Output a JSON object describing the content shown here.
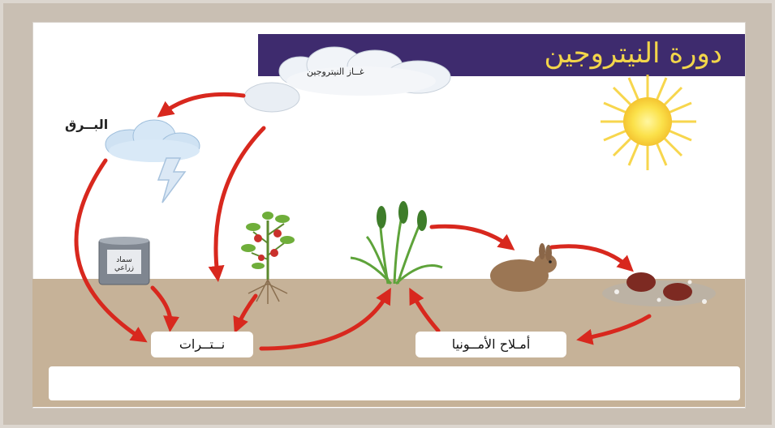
{
  "title": "دورة النيتروجين",
  "labels": {
    "nitrogen_gas": "غــاز النيتروجين",
    "lightning": "البــرق",
    "nitrates": "نــتــرات",
    "ammonia_salts": "أمـلاح الأمــونيا",
    "fertilizer": "سماد زراعي"
  },
  "colors": {
    "title_bg": "#3e2b6e",
    "title_text": "#f2d54a",
    "arrow": "#d8281e",
    "ground": "#c6b298"
  }
}
